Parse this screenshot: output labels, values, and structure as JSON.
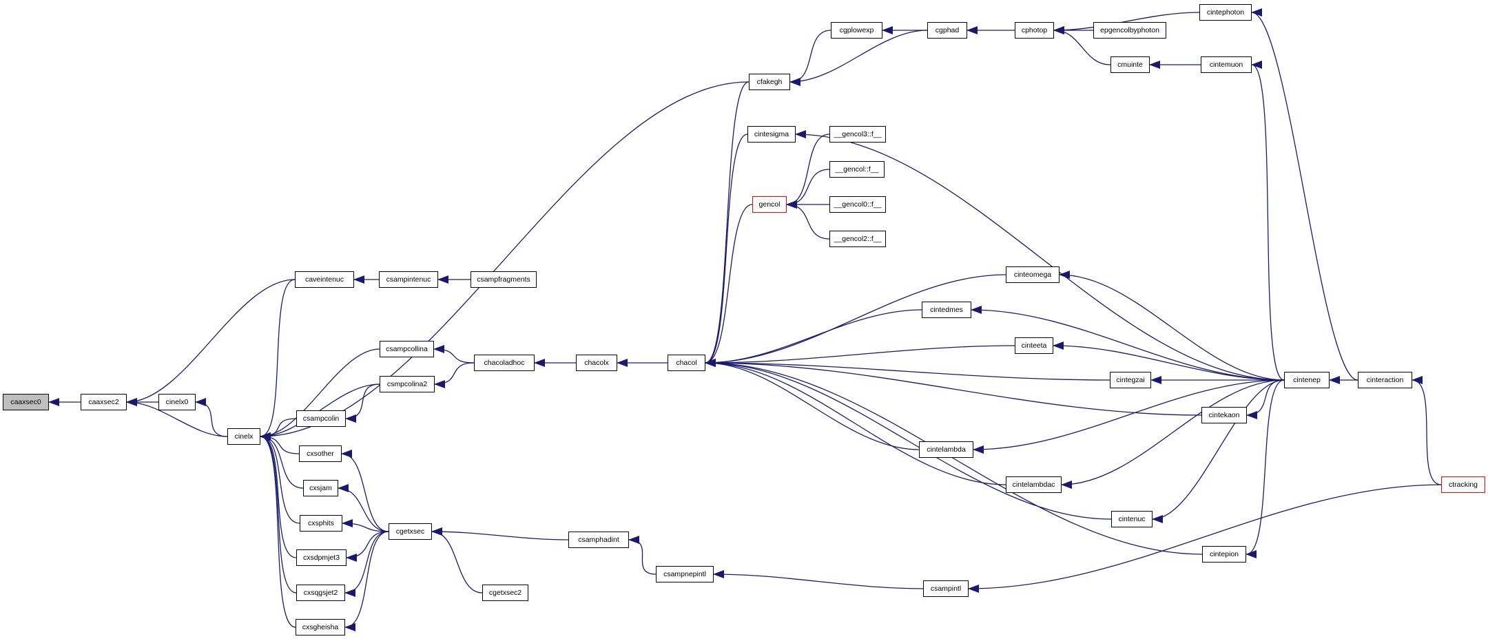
{
  "graph": {
    "edge_color": "#191970",
    "root_fill": "#bfbfbf",
    "truncated_border": "#ff0000",
    "nodes": [
      {
        "id": "caaxsec0",
        "label": "caaxsec0",
        "root": true
      },
      {
        "id": "caaxsec2",
        "label": "caaxsec2"
      },
      {
        "id": "cinelx0",
        "label": "cinelx0"
      },
      {
        "id": "cinelx",
        "label": "cinelx"
      },
      {
        "id": "caveintenuc",
        "label": "caveintenuc"
      },
      {
        "id": "csampintenuc",
        "label": "csampintenuc"
      },
      {
        "id": "csampfragments",
        "label": "csampfragments"
      },
      {
        "id": "csampcollina",
        "label": "csampcollina"
      },
      {
        "id": "csmpcolina2",
        "label": "csmpcolina2"
      },
      {
        "id": "csampcolin",
        "label": "csampcolin"
      },
      {
        "id": "cxsother",
        "label": "cxsother"
      },
      {
        "id": "cxsjam",
        "label": "cxsjam"
      },
      {
        "id": "cxsphits",
        "label": "cxsphits"
      },
      {
        "id": "cxsdpmjet3",
        "label": "cxsdpmjet3"
      },
      {
        "id": "cxsqgsjet2",
        "label": "cxsqgsjet2"
      },
      {
        "id": "cxsgheisha",
        "label": "cxsgheisha"
      },
      {
        "id": "cgetxsec",
        "label": "cgetxsec"
      },
      {
        "id": "cgetxsec2",
        "label": "cgetxsec2"
      },
      {
        "id": "csamphadint",
        "label": "csamphadint"
      },
      {
        "id": "csampnepintl",
        "label": "csampnepintl"
      },
      {
        "id": "csampintl",
        "label": "csampintl"
      },
      {
        "id": "chacoladhoc",
        "label": "chacoladhoc"
      },
      {
        "id": "chacolx",
        "label": "chacolx"
      },
      {
        "id": "chacol",
        "label": "chacol"
      },
      {
        "id": "cfakegh",
        "label": "cfakegh"
      },
      {
        "id": "cgplowexp",
        "label": "cgplowexp"
      },
      {
        "id": "cgphad",
        "label": "cgphad"
      },
      {
        "id": "cphotop",
        "label": "cphotop"
      },
      {
        "id": "epgencolbyphoton",
        "label": "epgencolbyphoton"
      },
      {
        "id": "cintephoton",
        "label": "cintephoton"
      },
      {
        "id": "cmuinte",
        "label": "cmuinte"
      },
      {
        "id": "cintemuon",
        "label": "cintemuon"
      },
      {
        "id": "cintesigma",
        "label": "cintesigma"
      },
      {
        "id": "gencol",
        "label": "gencol",
        "truncated": true
      },
      {
        "id": "gencol3",
        "label": "__gencol3::f__"
      },
      {
        "id": "gencolf",
        "label": "__gencol::f__"
      },
      {
        "id": "gencol0",
        "label": "__gencol0::f__"
      },
      {
        "id": "gencol2",
        "label": "__gencol2::f__"
      },
      {
        "id": "cinteomega",
        "label": "cinteomega"
      },
      {
        "id": "cintedmes",
        "label": "cintedmes"
      },
      {
        "id": "cinteeta",
        "label": "cinteeta"
      },
      {
        "id": "cintegzai",
        "label": "cintegzai"
      },
      {
        "id": "cintekaon",
        "label": "cintekaon"
      },
      {
        "id": "cintelambda",
        "label": "cintelambda"
      },
      {
        "id": "cintelambdac",
        "label": "cintelambdac"
      },
      {
        "id": "cintenuc",
        "label": "cintenuc"
      },
      {
        "id": "cintepion",
        "label": "cintepion"
      },
      {
        "id": "cintenep",
        "label": "cintenep"
      },
      {
        "id": "cinteraction",
        "label": "cinteraction"
      },
      {
        "id": "ctracking",
        "label": "ctracking",
        "truncated": true
      }
    ],
    "edges": [
      [
        "caaxsec2",
        "caaxsec0"
      ],
      [
        "cinelx0",
        "caaxsec2"
      ],
      [
        "caveintenuc",
        "caaxsec2"
      ],
      [
        "cinelx",
        "caaxsec2"
      ],
      [
        "cinelx",
        "cinelx0"
      ],
      [
        "csampintenuc",
        "caveintenuc"
      ],
      [
        "csampfragments",
        "csampintenuc"
      ],
      [
        "caveintenuc",
        "cinelx"
      ],
      [
        "cfakegh",
        "cinelx"
      ],
      [
        "csampcollina",
        "cinelx"
      ],
      [
        "csmpcolina2",
        "cinelx"
      ],
      [
        "csampcolin",
        "cinelx"
      ],
      [
        "cxsother",
        "cinelx"
      ],
      [
        "cxsjam",
        "cinelx"
      ],
      [
        "cxsphits",
        "cinelx"
      ],
      [
        "cxsdpmjet3",
        "cinelx"
      ],
      [
        "cxsqgsjet2",
        "cinelx"
      ],
      [
        "cxsgheisha",
        "cinelx"
      ],
      [
        "chacoladhoc",
        "csampcollina"
      ],
      [
        "chacoladhoc",
        "csmpcolina2"
      ],
      [
        "csmpcolina2",
        "csampcolin"
      ],
      [
        "cgetxsec",
        "cxsother"
      ],
      [
        "cgetxsec",
        "cxsjam"
      ],
      [
        "cgetxsec",
        "cxsphits"
      ],
      [
        "cgetxsec",
        "cxsdpmjet3"
      ],
      [
        "cgetxsec",
        "cxsqgsjet2"
      ],
      [
        "cgetxsec",
        "cxsgheisha"
      ],
      [
        "csamphadint",
        "cgetxsec"
      ],
      [
        "cgetxsec2",
        "cgetxsec"
      ],
      [
        "csampnepintl",
        "csamphadint"
      ],
      [
        "csampintl",
        "csampnepintl"
      ],
      [
        "ctracking",
        "csampintl"
      ],
      [
        "chacolx",
        "chacoladhoc"
      ],
      [
        "chacol",
        "chacolx"
      ],
      [
        "cfakegh",
        "chacol"
      ],
      [
        "cintesigma",
        "chacol"
      ],
      [
        "gencol",
        "chacol"
      ],
      [
        "cinteomega",
        "chacol"
      ],
      [
        "cintedmes",
        "chacol"
      ],
      [
        "cinteeta",
        "chacol"
      ],
      [
        "cintegzai",
        "chacol"
      ],
      [
        "cintekaon",
        "chacol"
      ],
      [
        "cintelambda",
        "chacol"
      ],
      [
        "cintelambdac",
        "chacol"
      ],
      [
        "cintenuc",
        "chacol"
      ],
      [
        "cintepion",
        "chacol"
      ],
      [
        "cgplowexp",
        "cfakegh"
      ],
      [
        "cgphad",
        "cfakegh"
      ],
      [
        "cgphad",
        "cgplowexp"
      ],
      [
        "cphotop",
        "cgphad"
      ],
      [
        "epgencolbyphoton",
        "cphotop"
      ],
      [
        "cintephoton",
        "cphotop"
      ],
      [
        "cmuinte",
        "cphotop"
      ],
      [
        "cintemuon",
        "cmuinte"
      ],
      [
        "gencol3",
        "gencol"
      ],
      [
        "gencolf",
        "gencol"
      ],
      [
        "gencol0",
        "gencol"
      ],
      [
        "gencol2",
        "gencol"
      ],
      [
        "cintenep",
        "cintesigma"
      ],
      [
        "cintenep",
        "cinteomega"
      ],
      [
        "cintenep",
        "cintedmes"
      ],
      [
        "cintenep",
        "cinteeta"
      ],
      [
        "cintenep",
        "cintegzai"
      ],
      [
        "cintenep",
        "cintekaon"
      ],
      [
        "cintenep",
        "cintelambda"
      ],
      [
        "cintenep",
        "cintelambdac"
      ],
      [
        "cintenep",
        "cintenuc"
      ],
      [
        "cintenep",
        "cintepion"
      ],
      [
        "cintenep",
        "cintemuon"
      ],
      [
        "cinteraction",
        "cintenep"
      ],
      [
        "cinteraction",
        "cintephoton"
      ],
      [
        "ctracking",
        "cinteraction"
      ]
    ]
  }
}
